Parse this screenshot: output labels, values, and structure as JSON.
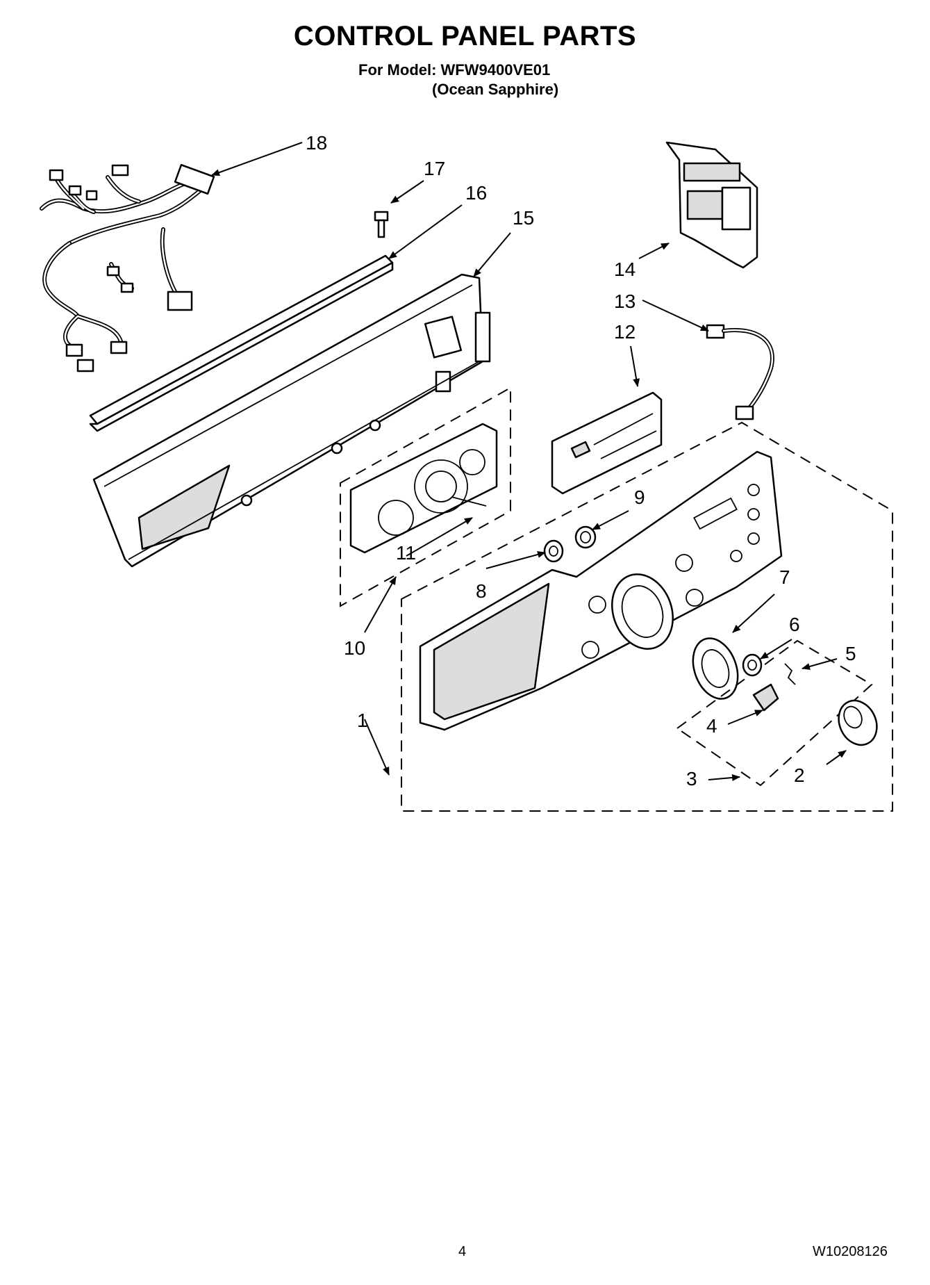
{
  "header": {
    "title": "CONTROL PANEL PARTS",
    "model_line": "For Model: WFW9400VE01",
    "color_line": "(Ocean Sapphire)"
  },
  "callouts": [
    "1",
    "2",
    "3",
    "4",
    "5",
    "6",
    "7",
    "8",
    "9",
    "10",
    "11",
    "12",
    "13",
    "14",
    "15",
    "16",
    "17",
    "18"
  ],
  "footer": {
    "page_number": "4",
    "document_code": "W10208126"
  }
}
